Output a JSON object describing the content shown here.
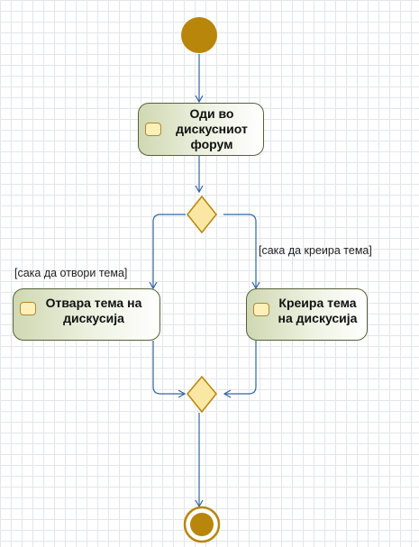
{
  "diagram": {
    "actions": {
      "open_forum": "Оди во\nдискусниот\nфорум",
      "open_topic": "Отвара  тема на\nдискусија",
      "create_topic": "Креира тема\nна дискусија"
    },
    "guards": {
      "open": "[сака да отвори тема]",
      "create": "[сака да креира тема]"
    },
    "colors": {
      "node_fill": "#b8860b",
      "flow": "#3465a4",
      "decision_fill": "#fbe7a4",
      "decision_stroke": "#b8860b"
    }
  }
}
